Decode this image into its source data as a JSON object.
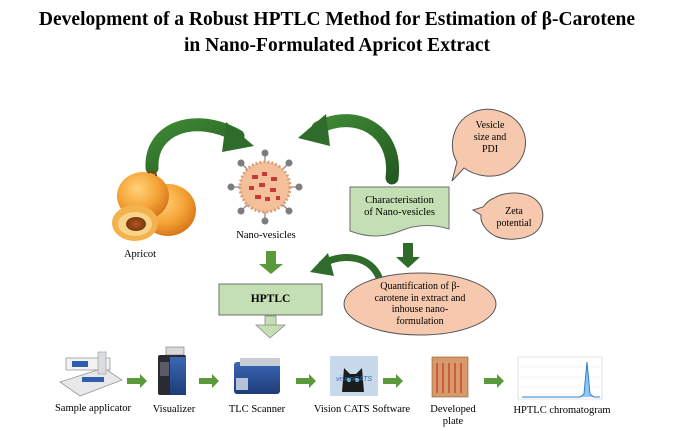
{
  "title": {
    "line1": "Development of a Robust HPTLC Method for Estimation of β-Carotene",
    "line2": "in Nano-Formulated Apricot Extract"
  },
  "labels": {
    "apricot": "Apricot",
    "nanovesicles": "Nano-vesicles",
    "characterisation_line1": "Characterisation",
    "characterisation_line2": "of Nano-vesicles",
    "vesicle_line1": "Vesicle",
    "vesicle_line2": "size and",
    "vesicle_line3": "PDI",
    "zeta_line1": "Zeta",
    "zeta_line2": "potential",
    "hptlc": "HPTLC",
    "quant_line1": "Quantification of β-",
    "quant_line2": "carotene in extract and",
    "quant_line3": "inhouse nano-",
    "quant_line4": "formulation"
  },
  "workflow": [
    {
      "label": "Sample applicator"
    },
    {
      "label": "Visualizer"
    },
    {
      "label": "TLC Scanner"
    },
    {
      "label": "Vision CATS Software"
    },
    {
      "label": "Developed plate"
    },
    {
      "label": "HPTLC chromatogram"
    }
  ],
  "software_logo_text": "visionCATS",
  "colors": {
    "green_box": "#c4dfb3",
    "green_arrow": "#5a9a3a",
    "salmon": "#f6c9ae",
    "dark_green_arrow": "#2f6b2a"
  }
}
